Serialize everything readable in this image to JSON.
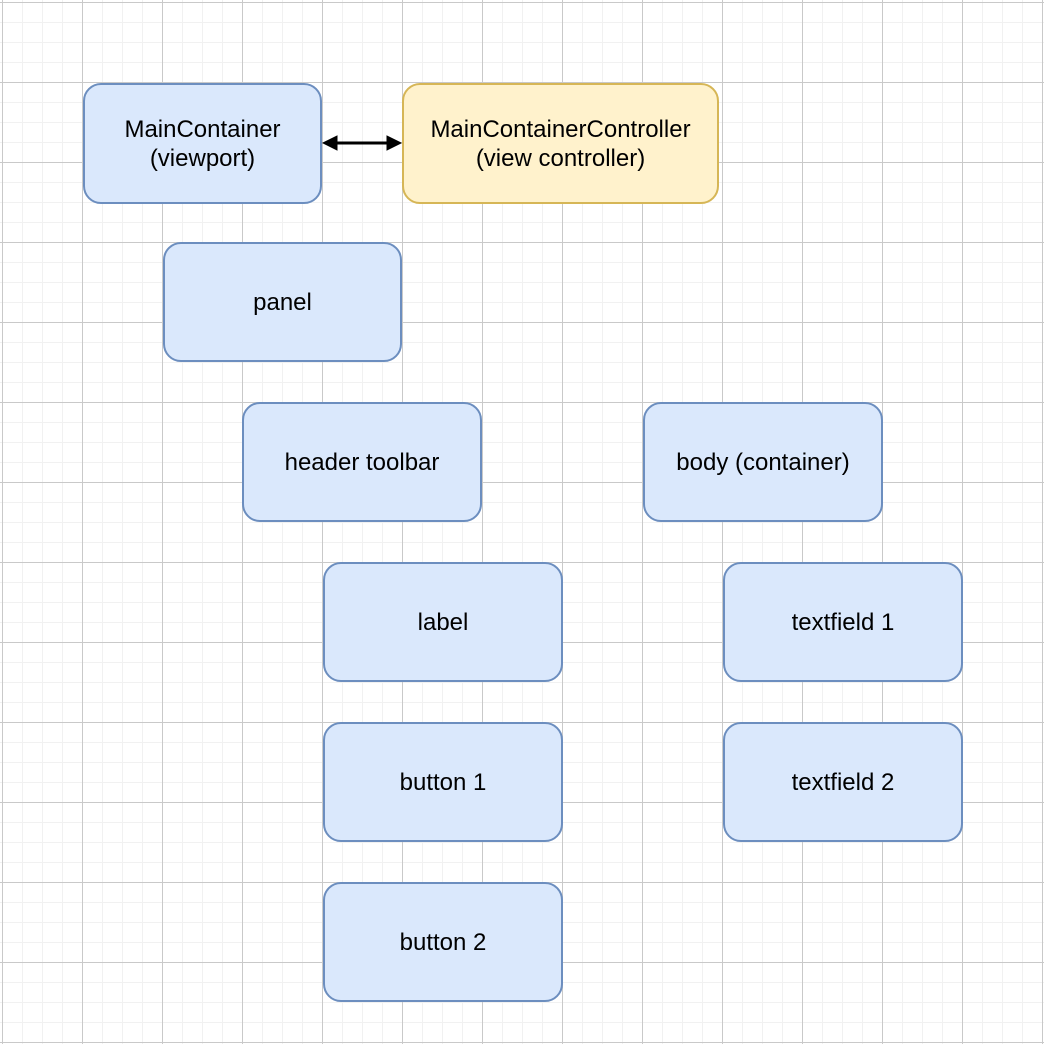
{
  "canvas": {
    "background": "#ffffff",
    "grid_minor_color": "#f1f1f1",
    "grid_major_color": "#c9c9c9",
    "grid_minor_size": 20,
    "grid_major_size": 80
  },
  "theme": {
    "node_blue_fill": "#dae8fc",
    "node_blue_stroke": "#6c8ebf",
    "node_yellow_fill": "#fff2cc",
    "node_yellow_stroke": "#d6b656",
    "text_color": "#000000",
    "arrow_color": "#000000"
  },
  "nodes": [
    {
      "id": "main-container",
      "label": "MainContainer",
      "sublabel": "(viewport)",
      "color": "blue"
    },
    {
      "id": "main-container-controller",
      "label": "MainContainerController",
      "sublabel": "(view controller)",
      "color": "yellow"
    },
    {
      "id": "panel",
      "label": "panel",
      "color": "blue"
    },
    {
      "id": "header-toolbar",
      "label": "header toolbar",
      "color": "blue"
    },
    {
      "id": "body-container",
      "label": "body (container)",
      "color": "blue"
    },
    {
      "id": "label",
      "label": "label",
      "color": "blue"
    },
    {
      "id": "textfield-1",
      "label": "textfield 1",
      "color": "blue"
    },
    {
      "id": "button-1",
      "label": "button 1",
      "color": "blue"
    },
    {
      "id": "textfield-2",
      "label": "textfield 2",
      "color": "blue"
    },
    {
      "id": "button-2",
      "label": "button 2",
      "color": "blue"
    }
  ],
  "edges": [
    {
      "from": "main-container",
      "to": "main-container-controller",
      "type": "bidirectional-arrow"
    }
  ]
}
